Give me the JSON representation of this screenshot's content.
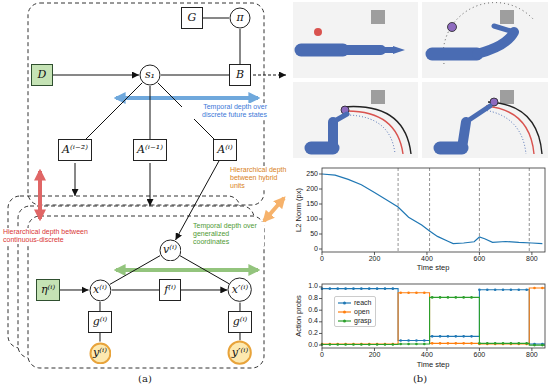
{
  "diagram": {
    "nodes": [
      {
        "text": [
          "G"
        ]
      },
      {
        "text": [
          "π"
        ]
      },
      {
        "text": [
          "D"
        ]
      },
      {
        "text": [
          "s₁"
        ]
      },
      {
        "text": [
          "B"
        ]
      },
      {
        "text": [
          "A⁽ⁱ⁻²⁾"
        ]
      },
      {
        "text": [
          "A⁽ⁱ⁻¹⁾"
        ]
      },
      {
        "text": [
          "A⁽ⁱ⁾"
        ]
      },
      {
        "text": [
          "v⁽ⁱ⁾"
        ]
      },
      {
        "text": [
          "η⁽ⁱ⁾"
        ]
      },
      {
        "text": [
          "x⁽ⁱ⁾"
        ]
      },
      {
        "text": [
          "f⁽ⁱ⁾"
        ]
      },
      {
        "text": [
          "x′⁽ⁱ⁾"
        ]
      },
      {
        "text": [
          "g⁽ⁱ⁾"
        ]
      },
      {
        "text": [
          "g⁽ⁱ⁾"
        ]
      },
      {
        "text": [
          "y⁽ⁱ⁾"
        ]
      },
      {
        "text": [
          "y′⁽ⁱ⁾"
        ]
      }
    ],
    "edges": [
      {
        "from": 0,
        "to": 1,
        "arrow": "none"
      },
      {
        "from": 1,
        "to": 4,
        "arrow": "none"
      },
      {
        "from": 2,
        "to": 3,
        "arrow": "to"
      },
      {
        "from": 3,
        "to": 4,
        "arrow": "none"
      },
      {
        "from": 3,
        "to": 5,
        "arrow": "none"
      },
      {
        "from": 3,
        "to": 6,
        "arrow": "none"
      },
      {
        "from": 3,
        "to": 7,
        "arrow": "none"
      },
      {
        "from": 7,
        "to": 8,
        "arrow": "to"
      },
      {
        "from": 8,
        "to": 10,
        "arrow": "none"
      },
      {
        "from": 8,
        "to": 12,
        "arrow": "none"
      },
      {
        "from": 9,
        "to": 10,
        "arrow": "to"
      },
      {
        "from": 10,
        "to": 11,
        "arrow": "none"
      },
      {
        "from": 11,
        "to": 12,
        "arrow": "to"
      },
      {
        "from": 10,
        "to": 13,
        "arrow": "none"
      },
      {
        "from": 13,
        "to": 15,
        "arrow": "none"
      },
      {
        "from": 12,
        "to": 14,
        "arrow": "none"
      },
      {
        "from": 14,
        "to": 16,
        "arrow": "none"
      }
    ],
    "labels": [
      "Temporal depth over discrete future states",
      "Hierarchical depth between continuous-discrete",
      "Hierarchical depth between hybrid units",
      "Temporal depth over generalized coordinates",
      "(a)",
      "(b)",
      "L2 Norm (px)",
      "250",
      "200",
      "150",
      "100",
      "50",
      "0",
      "0",
      "200",
      "400",
      "600",
      "800",
      "Time step",
      "Action probs",
      "0.0",
      "0.2",
      "0.4",
      "0.6",
      "0.8",
      "1.0",
      "0",
      "200",
      "400",
      "600",
      "800",
      "Time step"
    ],
    "legend": [
      {
        "text": "reach"
      },
      {
        "text": "open"
      },
      {
        "text": "grasp"
      }
    ]
  }
}
